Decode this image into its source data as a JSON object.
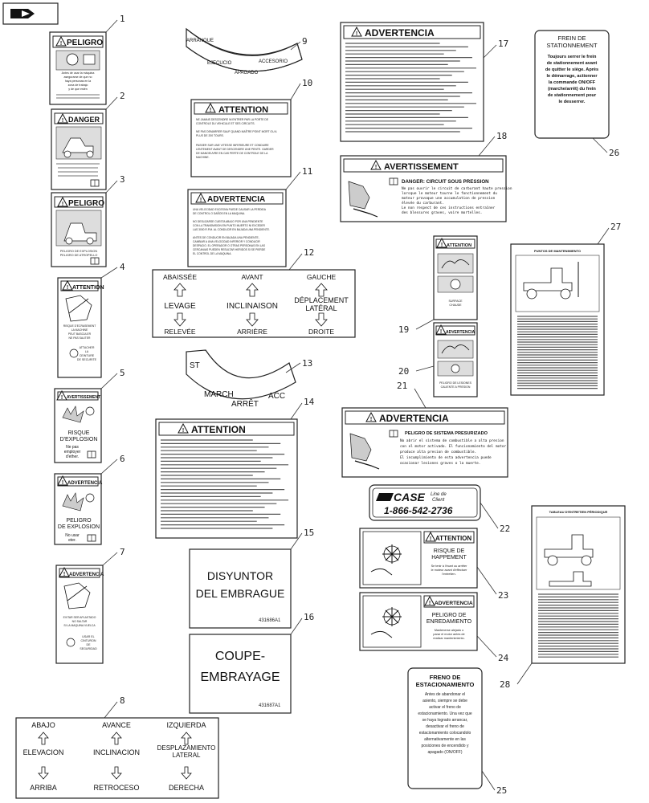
{
  "labels": {
    "l1": {
      "header": "PELIGRO",
      "body": [
        "Antes de usar la máquina",
        "asegurarse de que no",
        "haya personas en la",
        "zona de trabajo",
        "y de que estén"
      ]
    },
    "l2": {
      "header": "DANGER"
    },
    "l3": {
      "header": "PELIGRO",
      "body": [
        "PELIGRO DE EXPLOSION",
        "PELIGRO DE ATROPELLO"
      ]
    },
    "l4": {
      "header": "ATTENTION",
      "body": [
        "RISQUE D'ECRASEMENT",
        "LA MACHINE",
        "PEUT BASCULER",
        "NE PAS SAUTER"
      ],
      "action": [
        "ATTACHER",
        "LA",
        "CEINTURE",
        "DE SECURITE"
      ]
    },
    "l5": {
      "header": "AVERTISSEMENT",
      "risk": [
        "RISQUE",
        "D'EXPLOSION"
      ],
      "note": [
        "Ne pas",
        "employer",
        "d'ether."
      ]
    },
    "l6": {
      "header": "ADVERTENCIA",
      "risk": [
        "PELIGRO",
        "DE EXPLOSION"
      ],
      "note": [
        "No usar",
        "eter."
      ]
    },
    "l7": {
      "header": "ADVERTENCIA",
      "body": [
        "EVITAR SER APLASTADO",
        "NO SALTAR",
        "SI LA MAQUINA VUELCA"
      ],
      "action": [
        "USAR EL",
        "CINTURON",
        "DE",
        "SEGURIDAD"
      ]
    },
    "l8": {
      "row1": [
        "ABAJO",
        "AVANCE",
        "IZQUIERDA"
      ],
      "row2": [
        "ELEVACION",
        "INCLINACION",
        "DESPLAZAMIENTO",
        "LATERAL"
      ],
      "row3": [
        "ARRIBA",
        "RETROCESO",
        "DERECHA"
      ]
    },
    "l9": {
      "words": [
        "ARRANQUE",
        "ACCESORIO",
        "EJECUCIO",
        "APAGADO"
      ]
    },
    "l10": {
      "header": "ATTENTION",
      "body": [
        "NE JAMAIS DESCENDRE NI ENTRER PAR LA PORTE DE",
        "CONTROLE DU VEHICULE ET SES CIRCUITS.",
        "NE PAS DEMARRER SAUF QUAND MAÎTRE POINT MORT OU A",
        "PLUS DE 200 TOURS.",
        "PASSER SUR UNE VITESSE INFERIEURE ET CONDUIRE",
        "LENTEMENT AVANT DE DESCENDRE UNE PENTE. GARDER",
        "DE MANOEUVRE EN CAS PERTE DE CONTROLE DE LA",
        "MACHINE."
      ]
    },
    "l11": {
      "header": "ADVERTENCIA",
      "body": [
        "UNA VELOCIDAD EXCESIVA PUEDE CAUSAR LA PERDIDA",
        "DE CONTROL O DAÑOS EN LA MAQUINA.",
        "NO DESLIZARSE CUESTA ABAJO POR UNA PENDIENTE",
        "CON LA TRANSMISION EN PUNTO MUERTO NI EXCEDER",
        "LAS 3000 R.P.M. AL CONDUCIR EN BAJADA UNA PENDIENTE.",
        "ANTES DE CONDUCIR EN BAJADA UNA PENDIENTE,",
        "CAMBIAR A UNA VELOCIDAD INFERIOR Y CONDUCIR",
        "DESPACIO. EL OPERADOR O OTRAS PERSONAS EN LAS",
        "CERCANIAS PUEDEN RESULTAR HERIDOS SI SE PIERDE",
        "EL CONTROL DE LA MAQUINA."
      ]
    },
    "l12": {
      "row1": [
        "ABAISSÉE",
        "AVANT",
        "GAUCHE"
      ],
      "row2": [
        "LEVAGE",
        "INCLINAISON",
        "DÉPLACEMENT",
        "LATÉRAL"
      ],
      "row3": [
        "RELEVÉE",
        "ARRIÈRE",
        "DROITE"
      ]
    },
    "l13": {
      "words": [
        "ST",
        "MARCH",
        "ARRÊT",
        "ACC"
      ]
    },
    "l14": {
      "header": "ATTENTION"
    },
    "l15": {
      "lines": [
        "DISYUNTOR",
        "DEL EMBRAGUE"
      ],
      "part": "431686A1"
    },
    "l16": {
      "lines": [
        "COUPE-",
        "EMBRAYAGE"
      ],
      "part": "431687A1"
    },
    "l17": {
      "header": "ADVERTENCIA"
    },
    "l18": {
      "header": "AVERTISSEMENT",
      "title": "DANGER: CIRCUIT SOUS PRESSION",
      "body": [
        "Ne pas ouvrir le circuit de carburant haute pression",
        "lorsque le moteur tourne le fonctionnement du",
        "moteur provoque une accumulation de pression",
        "élevée du carburant.",
        "Le non respect de ces instructions entraîner",
        "des blessures graves, voire mortelles."
      ]
    },
    "l19": {
      "header": "ATTENTION",
      "caption": [
        "SURFACE",
        "CHAUDE"
      ]
    },
    "l20": {
      "header": "ADVERTENCIA",
      "caption": [
        "PELIGRO DE LESIONES",
        "CALIENTE A PRESION"
      ]
    },
    "l21": {
      "header": "ADVERTENCIA",
      "title": "PELIGRO DE SISTEMA PRESURIZADO",
      "body": [
        "No abrir el sistema de combustible a alta presion",
        "con el motor activado. El funcionamiento del motor",
        "produce alta presion de combustible.",
        "El incumplimiento de esta advertencia puede",
        "ocasionar lesiones graves o la muerte."
      ]
    },
    "l22": {
      "brand": "CASE",
      "tagline": "Line de",
      "tagline2": "Client",
      "phone": "1-866-542-2736"
    },
    "l23": {
      "header": "ATTENTION",
      "risk": [
        "RISQUE DE",
        "HAPPEMENT"
      ],
      "body": [
        "Se tenir à l'écart ou arrêter",
        "le moteur avant d'effectuer",
        "l'entretien."
      ]
    },
    "l24": {
      "header": "ADVERTENCIA",
      "risk": [
        "PELIGRO DE",
        "ENREDAMIENTO"
      ],
      "body": [
        "Mantenerse alejado o",
        "parar el motor antes de",
        "realizar mantenimiento."
      ]
    },
    "l25": {
      "title": [
        "FRENO DE",
        "ESTACIONAMIENTO"
      ],
      "body": [
        "Antes de abandonar el",
        "asiento, siempre se debe",
        "activar el freno de",
        "estacionamiento. Una vez que",
        "se haya logrado arrancar,",
        "desactivar el freno de",
        "estacionamiento colocandolo",
        "alternativamente en las",
        "posiciones de encendido y",
        "apagado (ON/OFF)"
      ]
    },
    "l26": {
      "title": [
        "FREIN DE",
        "STATIONNEMENT"
      ],
      "body": [
        "Toujours serrer le frein",
        "de stationnement avant",
        "de quitter le siège. Après",
        "le démarrage, actionner",
        "la commande ON/OFF",
        "(marche/arrêt) du frein",
        "de stationnement pour",
        "le desserrer."
      ]
    },
    "l27": {
      "title": "PUNTOS DE MANTENIMIENTO"
    },
    "l28": {
      "title": "TABLEAU D'ENTRETIEN PÉRIODIQUE"
    }
  },
  "callouts": [
    "1",
    "2",
    "3",
    "4",
    "5",
    "6",
    "7",
    "8",
    "9",
    "10",
    "11",
    "12",
    "13",
    "14",
    "15",
    "16",
    "17",
    "18",
    "19",
    "20",
    "21",
    "22",
    "23",
    "24",
    "25",
    "26",
    "27",
    "28"
  ]
}
